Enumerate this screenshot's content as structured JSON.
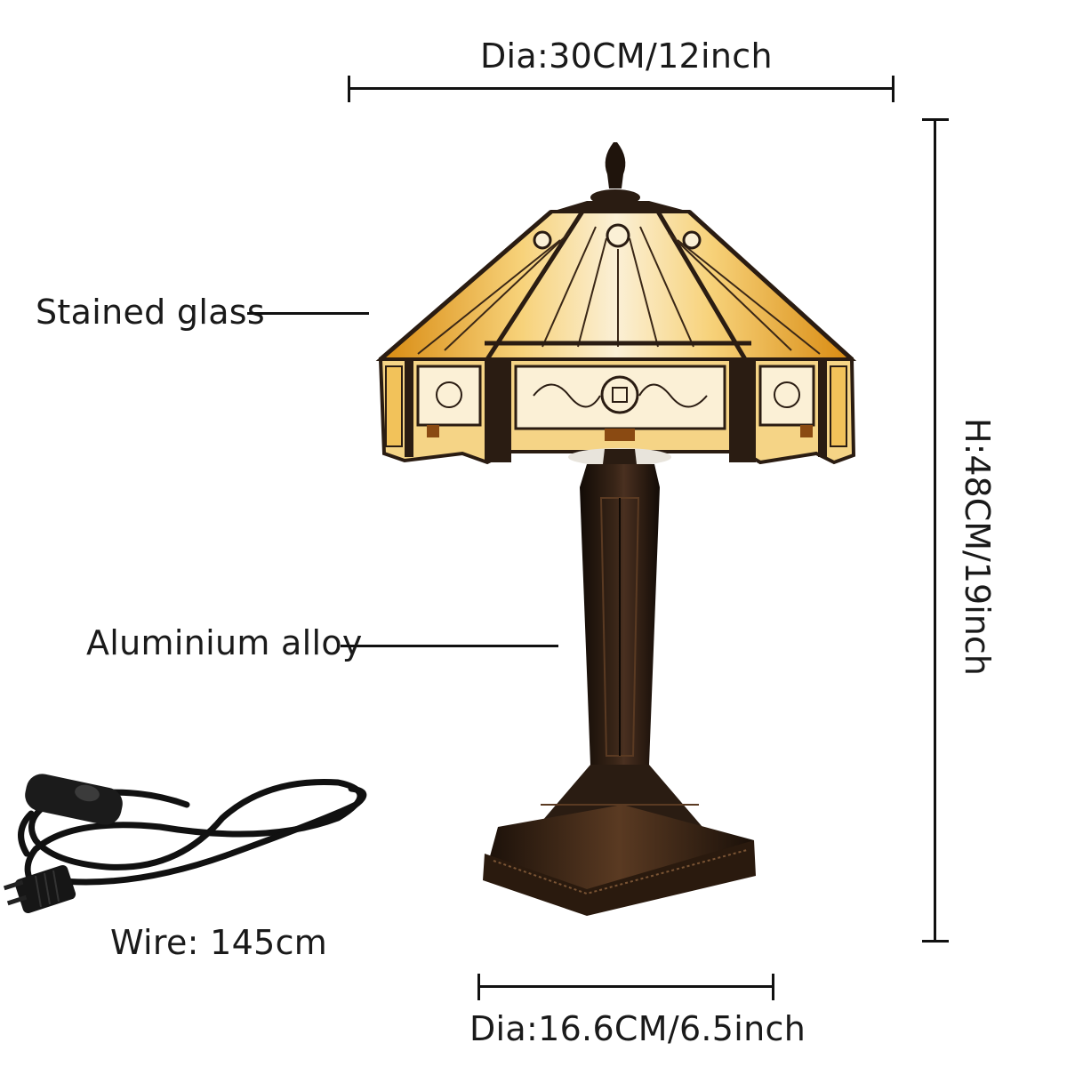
{
  "dimensions": {
    "shade_diameter": "Dia:30CM/12inch",
    "height": "H:48CM/19inch",
    "base_diameter": "Dia:16.6CM/6.5inch"
  },
  "callouts": {
    "shade_material": "Stained glass",
    "body_material": "Aluminium alloy",
    "wire_length": "Wire: 145cm"
  },
  "colors": {
    "glass_amber": "#e8a21a",
    "glass_cream": "#f5e6c4",
    "bronze": "#2a1c12",
    "line": "#111111"
  },
  "illustration": {
    "product": "tiffany-style-table-lamp",
    "accessory": "power-cord-with-inline-switch"
  }
}
